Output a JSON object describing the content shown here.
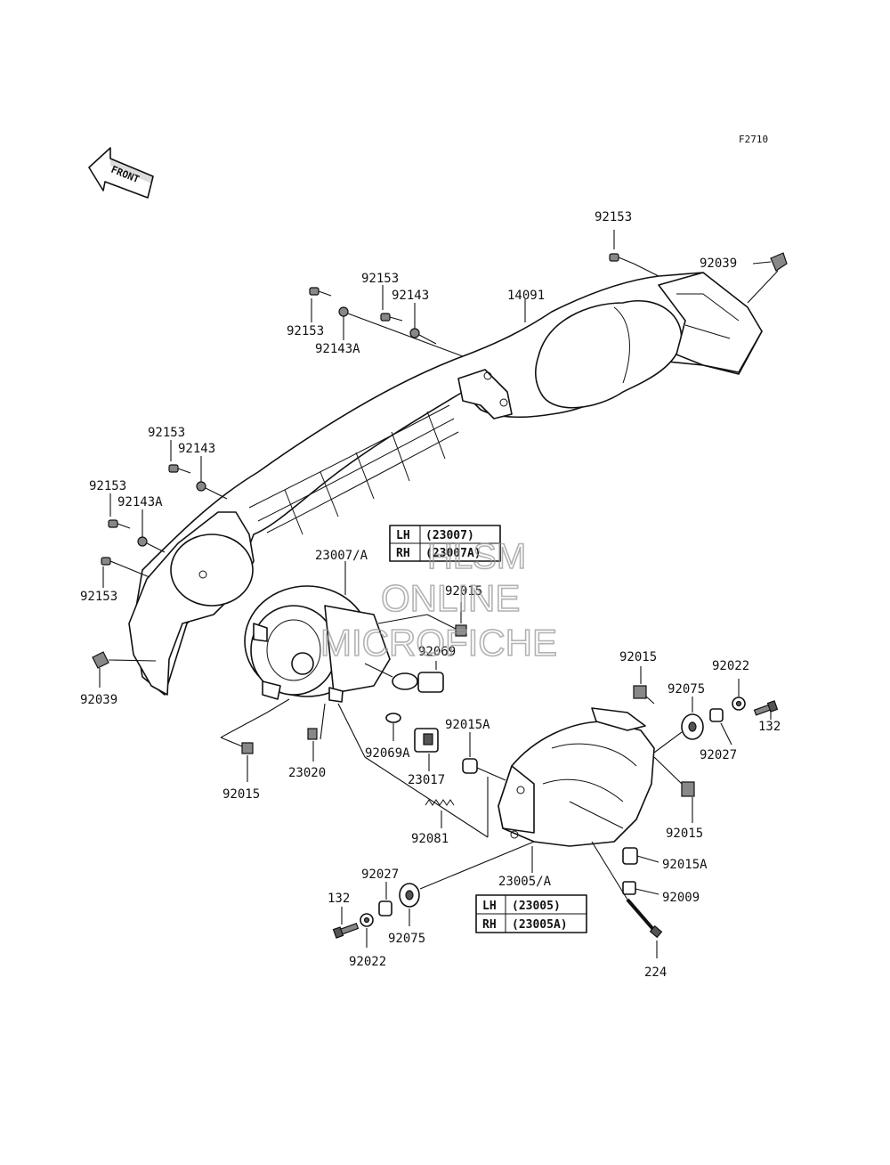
{
  "figure_code": "F2710",
  "front_arrow": "FRONT",
  "labels": {
    "p92153_top": "92153",
    "p92039_top": "92039",
    "p14091": "14091",
    "p92153_a": "92153",
    "p92143_a": "92143",
    "p92153_b": "92153",
    "p92143A_a": "92143A",
    "p92153_c": "92153",
    "p92143_b": "92143",
    "p92153_d": "92153",
    "p92143A_b": "92143A",
    "p92153_e": "92153",
    "p92039_bot": "92039",
    "p23007A": "23007/A",
    "p92015_a": "92015",
    "p92069": "92069",
    "p92069A": "92069A",
    "p23020": "23020",
    "p92015_b": "92015",
    "p23017": "23017",
    "p92015A_a": "92015A",
    "p92081": "92081",
    "p92015_c": "92015",
    "p92075_a": "92075",
    "p92022_a": "92022",
    "p132_a": "132",
    "p92027_a": "92027",
    "p92015_d": "92015",
    "p92015A_b": "92015A",
    "p92009": "92009",
    "p23005A": "23005/A",
    "p132_b": "132",
    "p92027_b": "92027",
    "p92075_b": "92075",
    "p92022_b": "92022",
    "p224": "224"
  },
  "table_23007": {
    "rows": [
      {
        "side": "LH",
        "part": "(23007)"
      },
      {
        "side": "RH",
        "part": "(23007A)"
      }
    ]
  },
  "table_23005": {
    "rows": [
      {
        "side": "LH",
        "part": "(23005)"
      },
      {
        "side": "RH",
        "part": "(23005A)"
      }
    ]
  },
  "watermark": {
    "line1": "HLSM",
    "line2": "ONLINE",
    "line3": "MICROFICHE"
  }
}
